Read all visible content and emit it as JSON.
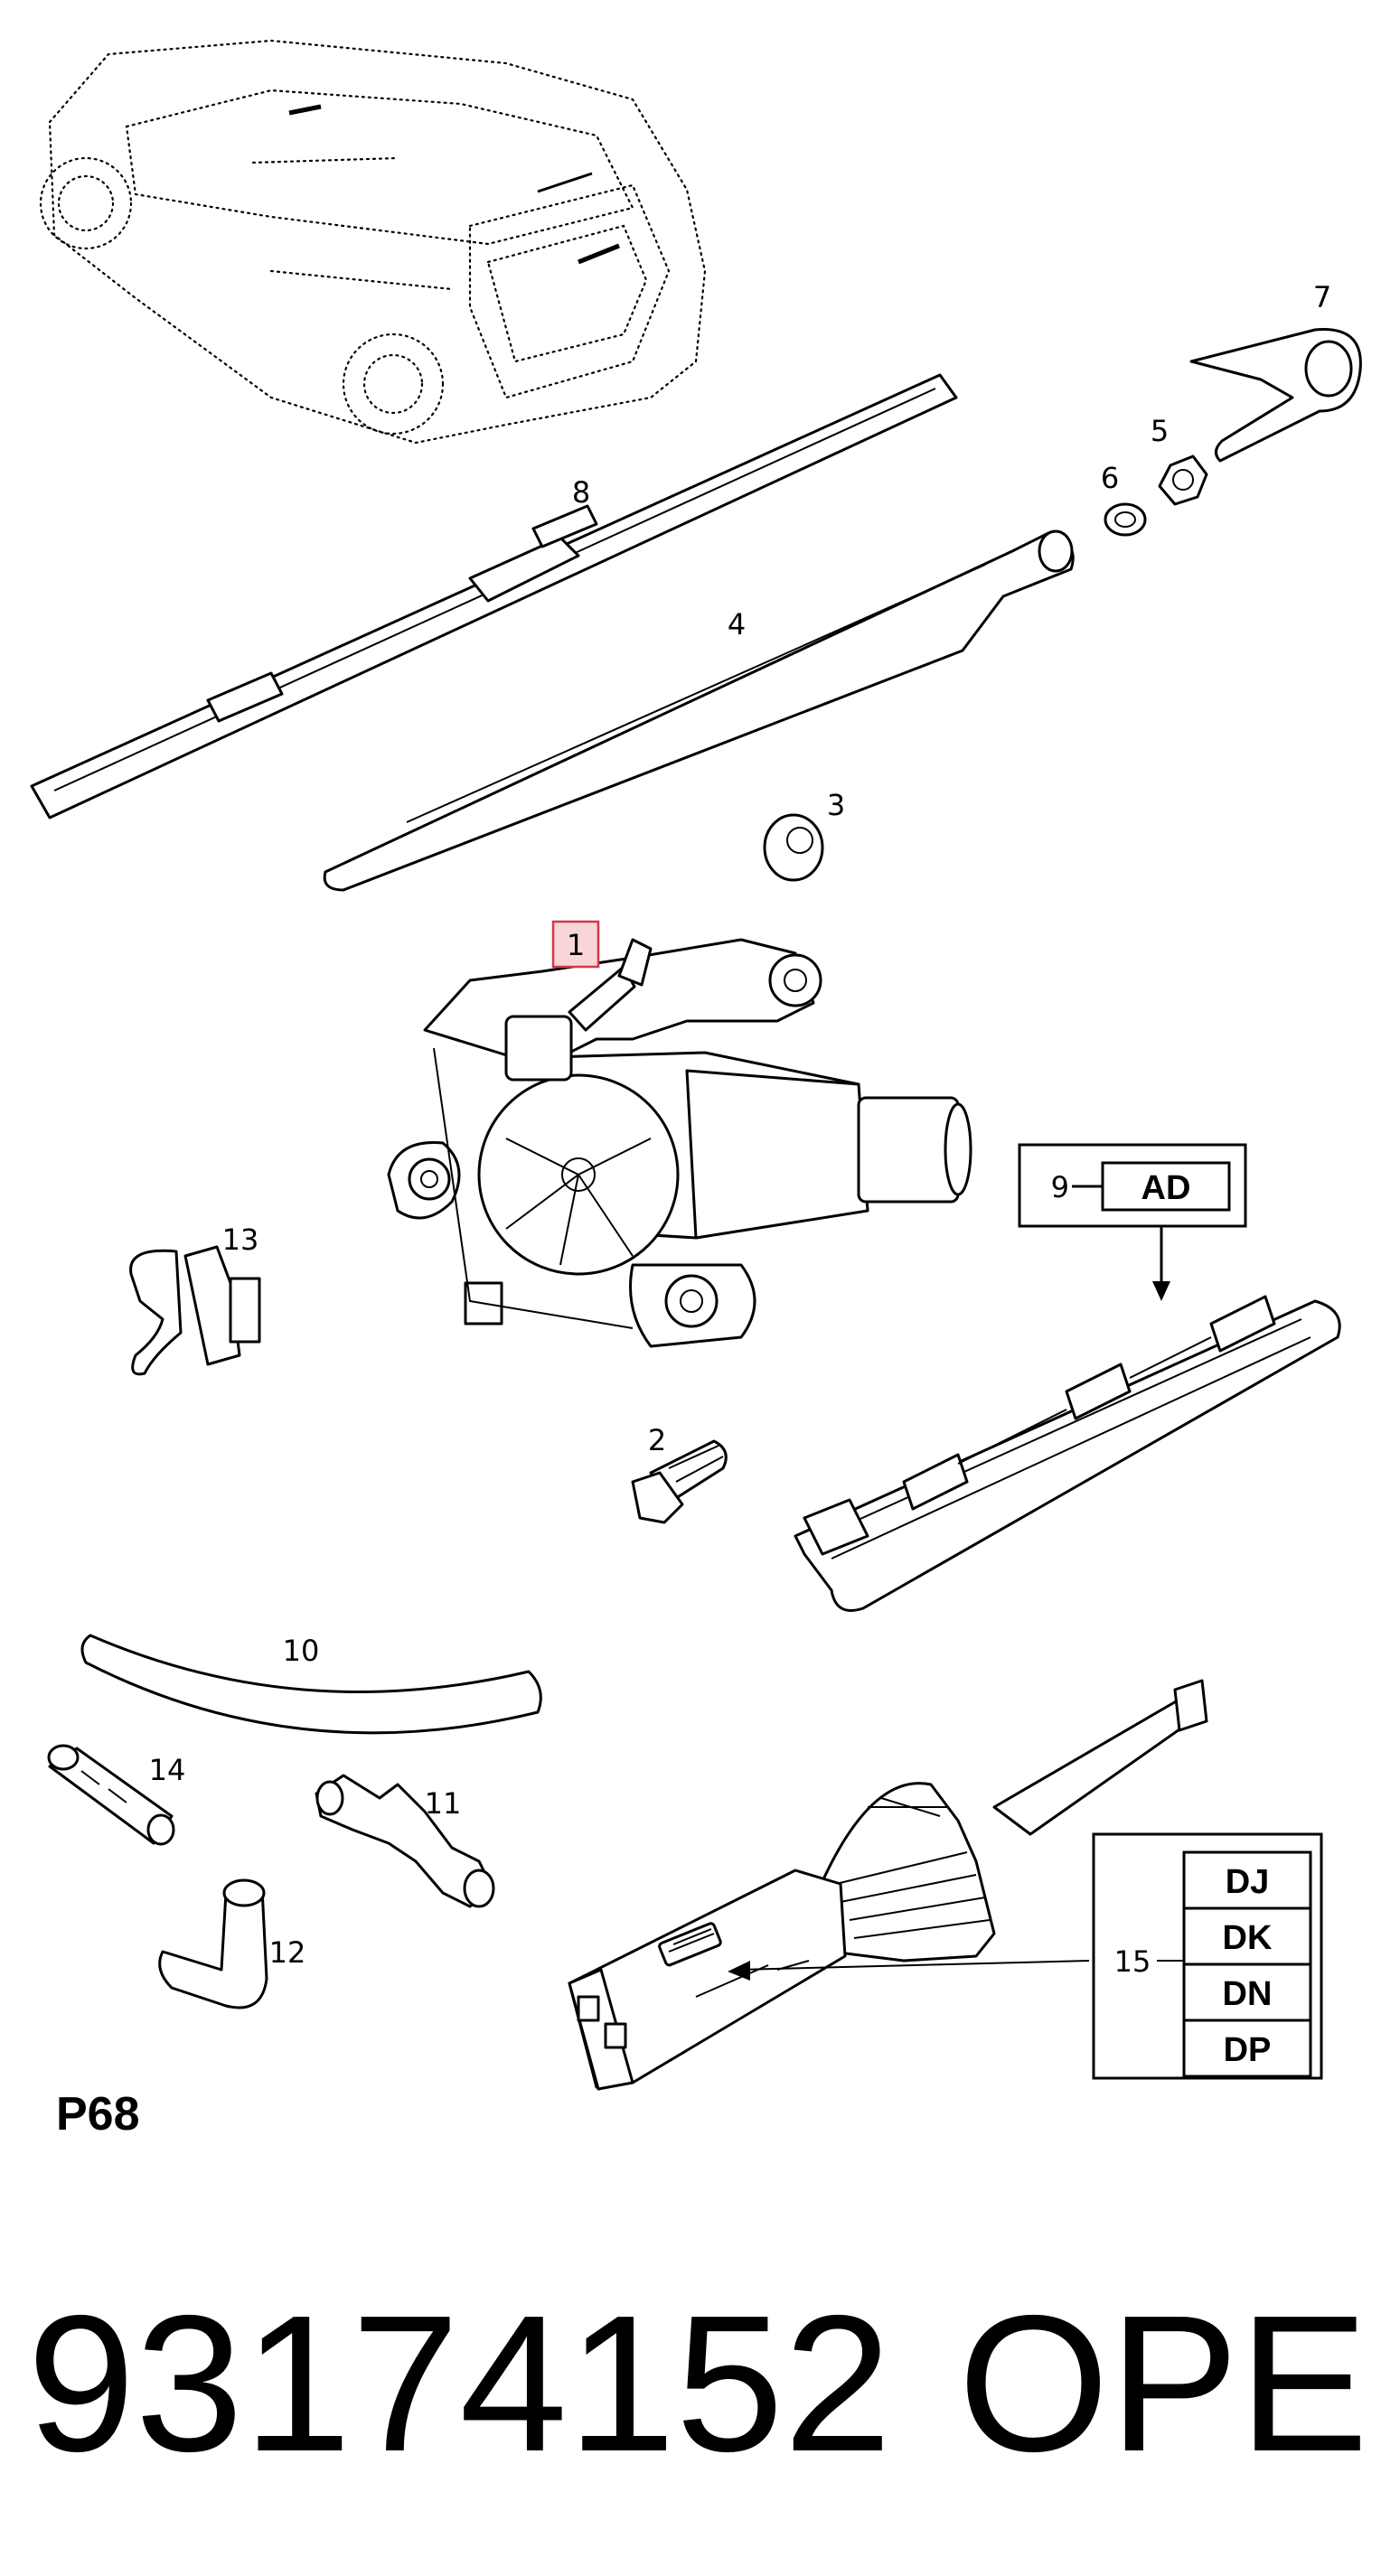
{
  "callouts": {
    "c1": "1",
    "c2": "2",
    "c3": "3",
    "c4": "4",
    "c5": "5",
    "c6": "6",
    "c7": "7",
    "c8": "8",
    "c9": "9",
    "c10": "10",
    "c11": "11",
    "c12": "12",
    "c13": "13",
    "c14": "14",
    "c15": "15"
  },
  "codes": {
    "ad": "AD",
    "switch": [
      "DJ",
      "DK",
      "DN",
      "DP"
    ]
  },
  "page_code": "P68",
  "footer": {
    "part_number": "93174152",
    "brand": "OPEL"
  },
  "colors": {
    "highlight_fill": "#f9d5d8",
    "highlight_stroke": "#d03a4a",
    "line": "#000000"
  }
}
